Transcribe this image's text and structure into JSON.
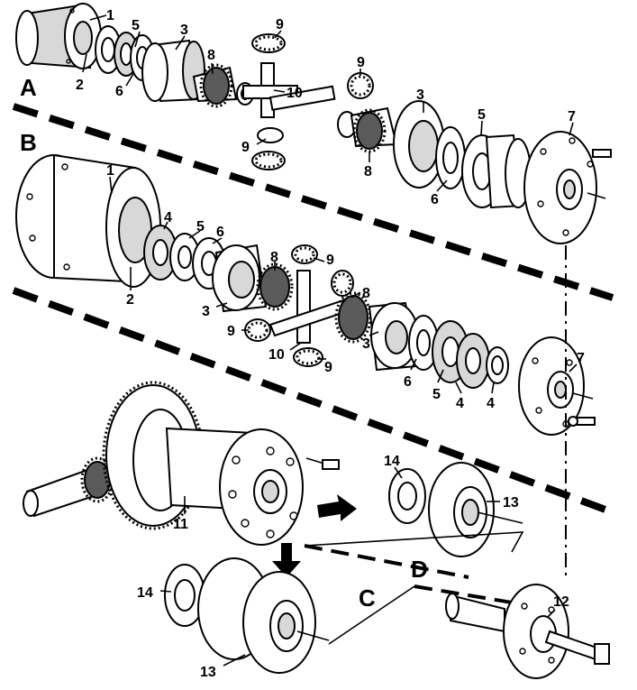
{
  "sections": {
    "a": "A",
    "b": "B",
    "c": "C",
    "d": "D"
  },
  "labels": {
    "a1": "1",
    "a2": "2",
    "a5": "5",
    "a3l": "3",
    "a8l": "8",
    "a6l": "6",
    "a9t": "9",
    "a9m": "9",
    "a10": "10",
    "a9b": "9",
    "a3r": "3",
    "a5r": "5",
    "a7": "7",
    "a8r": "8",
    "a6r": "6",
    "b1": "1",
    "b4l": "4",
    "b5l": "5",
    "b6l": "6",
    "b2": "2",
    "b8t": "8",
    "b9t": "9",
    "b8r": "8",
    "b3l": "3",
    "b9l": "9",
    "b10": "10",
    "b9b": "9",
    "b3r": "3",
    "b6r": "6",
    "b5r": "5",
    "b4m": "4",
    "b4r": "4",
    "b7": "7",
    "c11": "11",
    "c14d": "14",
    "c13d": "13",
    "c14c": "14",
    "c13c": "13",
    "c12": "12"
  },
  "colors": {
    "ink": "#000000",
    "paper": "#ffffff",
    "shade": "#d8d8d8",
    "dark": "#5a5a5a"
  }
}
